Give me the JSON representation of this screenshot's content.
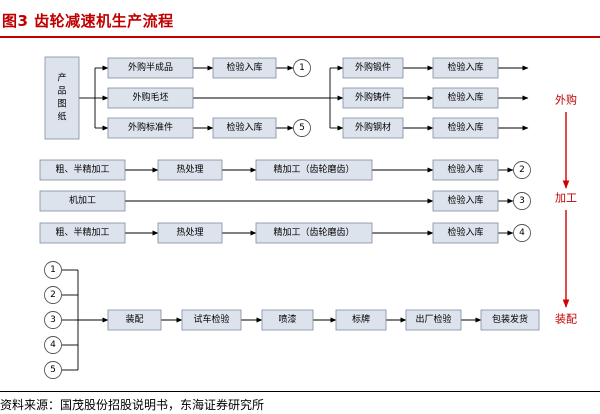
{
  "header": {
    "title": "图3 齿轮减速机生产流程"
  },
  "source": "资料来源：国茂股份招股说明书，东海证券研究所",
  "colors": {
    "accent": "#c00000",
    "box_fill": "#dde3ec",
    "box_stroke": "#7f8c9d",
    "side_arrow": "#d00000"
  },
  "diagram": {
    "product_drawing": "产品图纸",
    "purchase": {
      "semi_finished": "外购半成品",
      "blank": "外购毛坯",
      "standard_parts": "外购标准件",
      "forgings": "外购锻件",
      "castings": "外购铸件",
      "steel": "外购钢材"
    },
    "inspect_store": "检验入库",
    "machining": {
      "rough_semi_finish": "粗、半精加工",
      "heat_treatment": "热处理",
      "finish_machining": "精加工（齿轮磨齿）",
      "machine_processing": "机加工"
    },
    "assembly": {
      "assembly": "装配",
      "test_run": "试车检验",
      "painting": "喷漆",
      "nameplate": "标牌",
      "factory_inspection": "出厂检验",
      "packing_shipping": "包装发货"
    },
    "circles": [
      "1",
      "2",
      "3",
      "4",
      "5"
    ],
    "stages": {
      "purchase": "外购",
      "processing": "加工",
      "assembly": "装配"
    }
  }
}
